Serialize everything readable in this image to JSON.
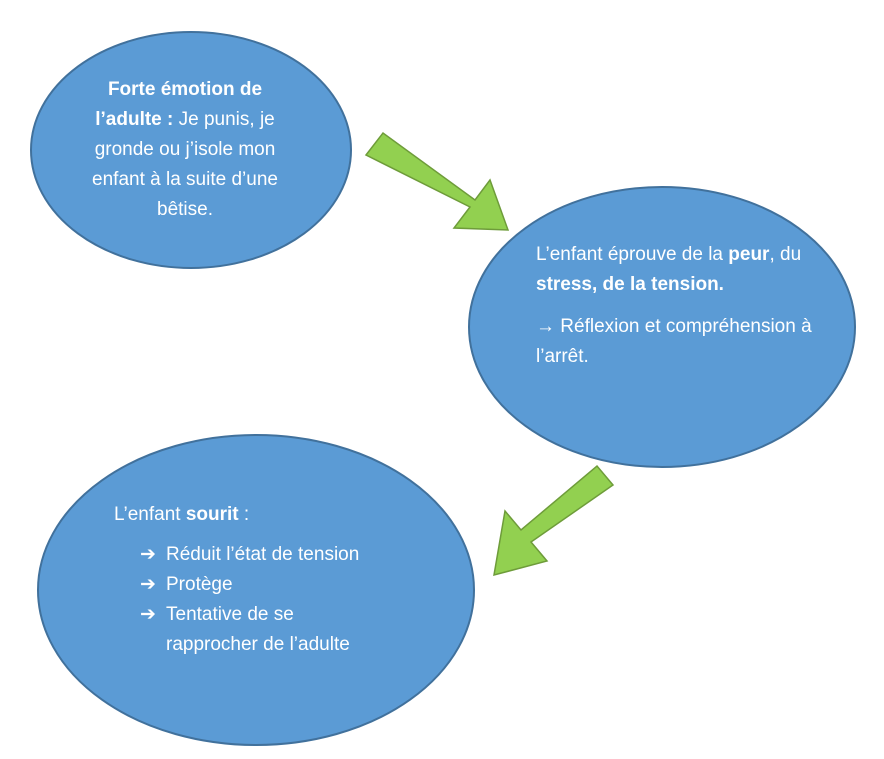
{
  "bubble1": {
    "bold": "Forte émotion de l’adulte :",
    "text": " Je punis, je gronde ou j’isole mon enfant à la suite d’une bêtise."
  },
  "bubble2": {
    "t1": "L’enfant éprouve de la ",
    "b1": "peur",
    "t2": ", du ",
    "b2": "stress, de la tension.",
    "arrow": "→",
    "conclusion": " Réflexion et compréhension à l’arrêt."
  },
  "bubble3": {
    "intro": "L’enfant ",
    "intro_bold": "sourit",
    "intro_end": " :",
    "bullet_glyph": "➔",
    "bullets": [
      "Réduit l’état de tension",
      "Protège",
      "Tentative de se"
    ],
    "bullet_cont": "rapprocher de l’adulte"
  },
  "colors": {
    "ellipse_fill": "#5b9bd5",
    "ellipse_stroke": "#41719c",
    "arrow_fill": "#92d050",
    "arrow_stroke": "#6e9c3a"
  }
}
